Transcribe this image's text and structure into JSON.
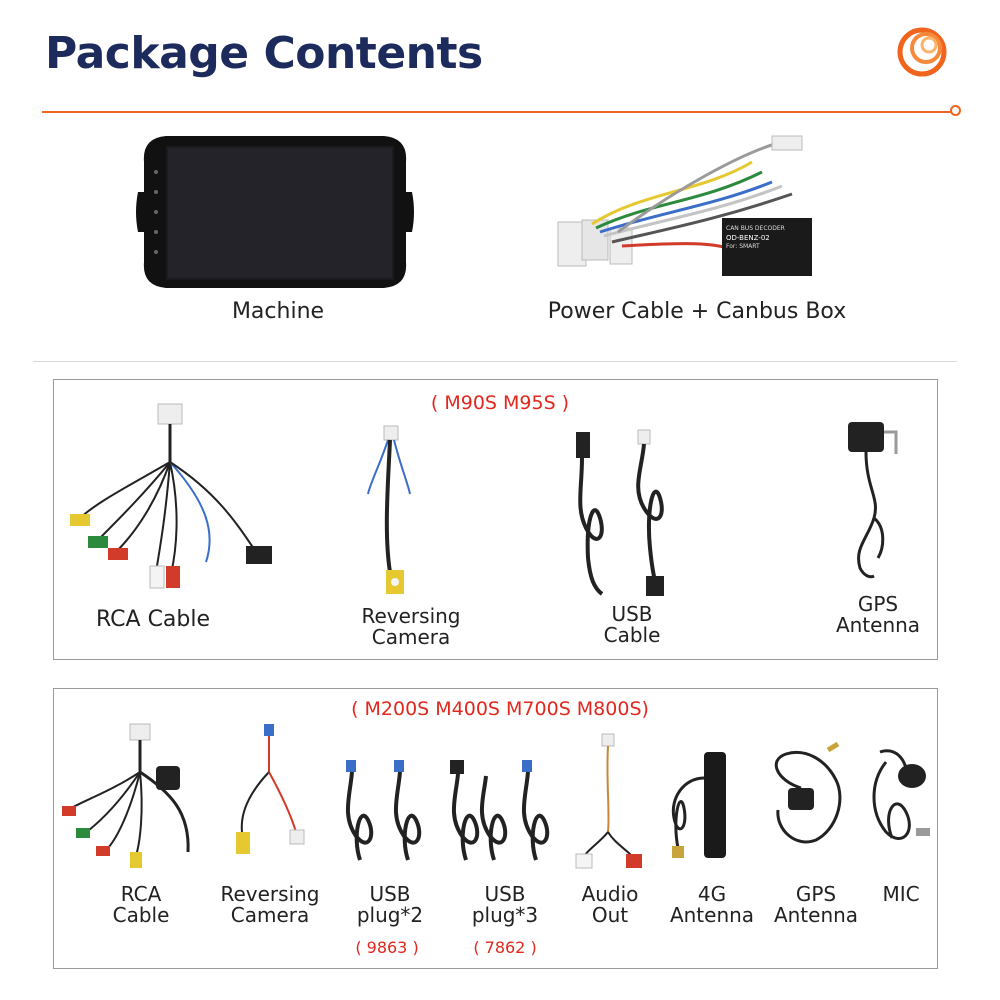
{
  "header": {
    "title": "Package Contents",
    "accent_color": "#f0641e",
    "title_color": "#1d2a5c"
  },
  "main_items": [
    {
      "label": "Machine"
    },
    {
      "label": "Power Cable + Canbus Box"
    }
  ],
  "canbus_box": {
    "line1": "CAN BUS DECODER",
    "line2": "OD-BENZ-02",
    "line3": "For: SMART"
  },
  "section1": {
    "heading": "( M90S M95S )",
    "items": [
      {
        "label": "RCA Cable"
      },
      {
        "label_line1": "Reversing",
        "label_line2": "Camera"
      },
      {
        "label_line1": "USB",
        "label_line2": "Cable"
      },
      {
        "label_line1": "GPS",
        "label_line2": "Antenna"
      }
    ]
  },
  "section2": {
    "heading": "( M200S M400S M700S M800S)",
    "items": [
      {
        "label_line1": "RCA",
        "label_line2": "Cable"
      },
      {
        "label_line1": "Reversing",
        "label_line2": "Camera"
      },
      {
        "label_line1": "USB",
        "label_line2": "plug*2",
        "code": "( 9863 )"
      },
      {
        "label_line1": "USB",
        "label_line2": "plug*3",
        "code": "( 7862 )"
      },
      {
        "label_line1": "Audio",
        "label_line2": "Out"
      },
      {
        "label_line1": "4G",
        "label_line2": "Antenna"
      },
      {
        "label_line1": "GPS",
        "label_line2": "Antenna"
      },
      {
        "label": "MIC"
      }
    ]
  }
}
